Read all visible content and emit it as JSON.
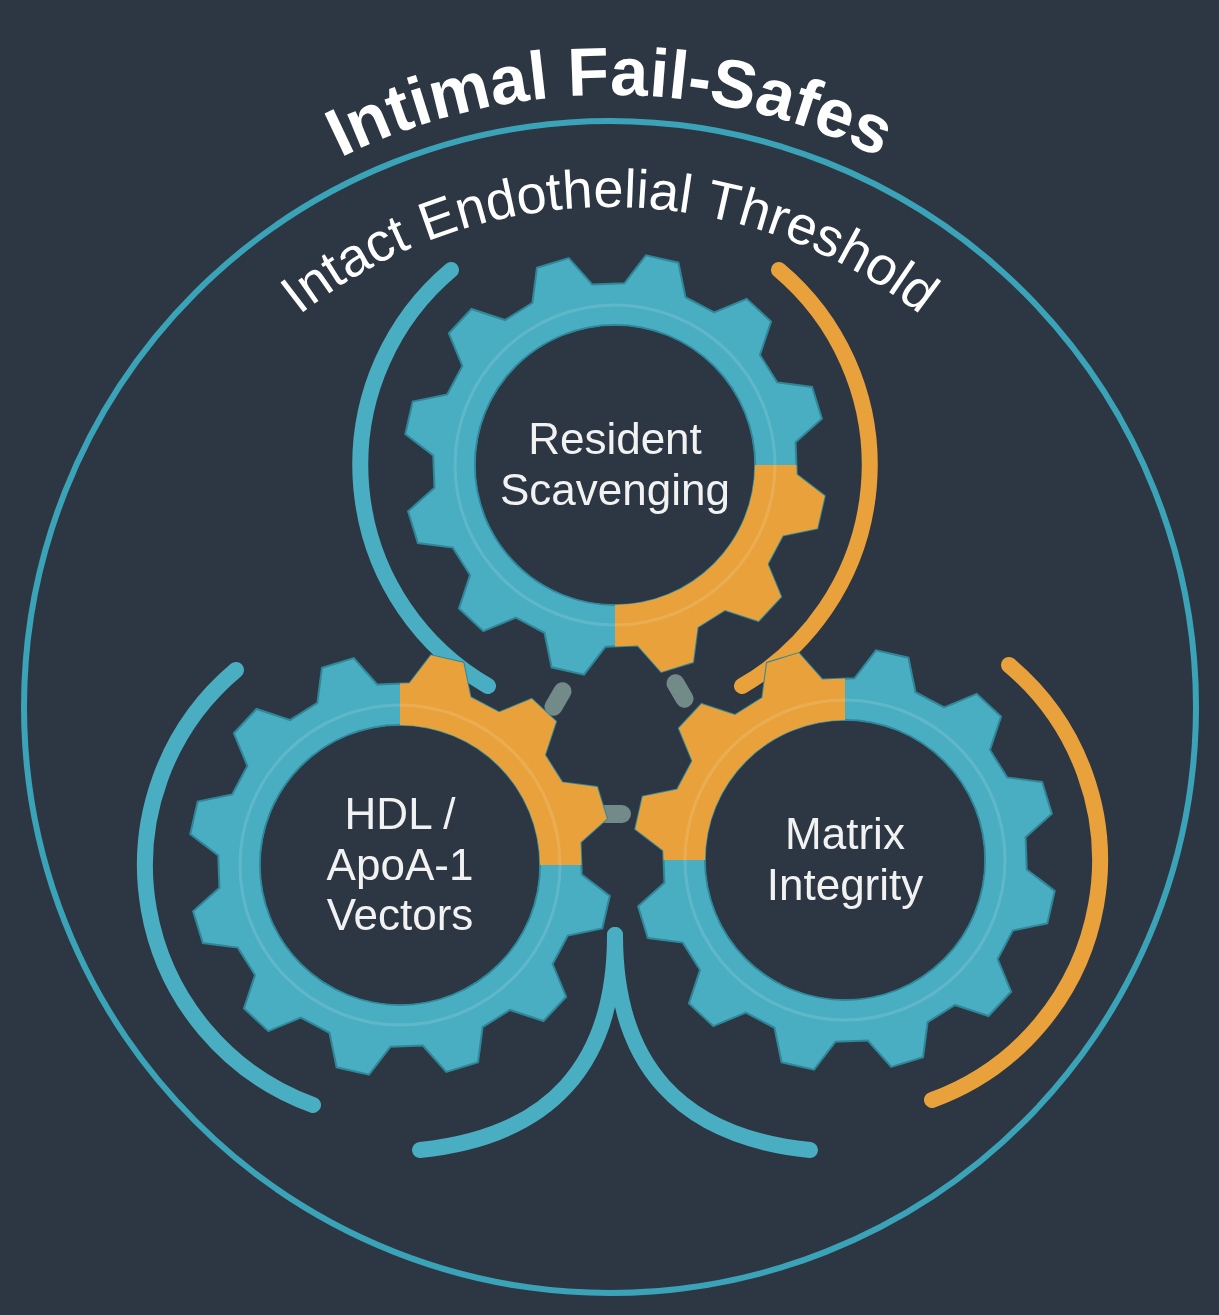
{
  "diagram": {
    "title": "Intimal Fail-Safes",
    "nodes": [
      {
        "text": [
          "Intact Endothelial Threshold"
        ]
      },
      {
        "text": [
          "Resident Scavenging"
        ],
        "in": 0
      },
      {
        "text": [
          "HDL / ApoA-1 Vectors"
        ],
        "in": 0
      },
      {
        "text": [
          "Matrix Integrity"
        ],
        "in": 0
      }
    ]
  }
}
